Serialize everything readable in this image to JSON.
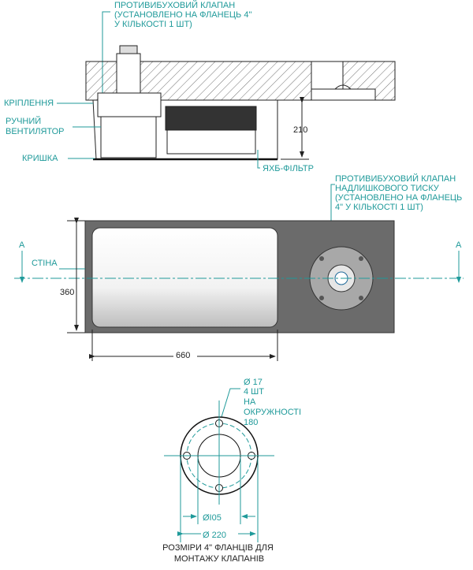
{
  "side_view": {
    "top_valve_label": [
      "ПРОТИВИБУХОВИЙ КЛАПАН",
      "(УСТАНОВЛЕНО НА ФЛАНЕЦЬ 4\"",
      "У КІЛЬКОСТІ 1 ШТ)"
    ],
    "mount_label": "КРІПЛЕННЯ",
    "fan_label": [
      "РУЧНИЙ",
      "ВЕНТИЛЯТОР"
    ],
    "cover_label": "КРИШКА",
    "filter_label": "ЯХБ-ФІЛЬТР",
    "height_dim": "210"
  },
  "plan_view": {
    "overpressure_valve_label": [
      "ПРОТИВИБУХОВИЙ КЛАПАН",
      "НАДЛИШКОВОГО ТИСКУ",
      "(УСТАНОВЛЕНО НА ФЛАНЕЦЬ",
      "4\" У КІЛЬКОСТІ 1 ШТ)"
    ],
    "section_mark": "А",
    "wall_label": "СТІНА",
    "width_dim": "360",
    "length_dim": "660"
  },
  "flange_view": {
    "holes_label": [
      "Ø  17",
      "4 ШТ",
      "НА",
      "ОКРУЖНОСТІ",
      "180"
    ],
    "inner_dim": "ØI05",
    "outer_dim": "Ø 220",
    "caption": [
      "РОЗМІРИ 4\" ФЛАНЦІВ ДЛЯ",
      "МОНТАЖУ КЛАПАНІВ"
    ]
  },
  "colors": {
    "accent": "#1f9a9a",
    "panel": "#6b6b6b"
  }
}
